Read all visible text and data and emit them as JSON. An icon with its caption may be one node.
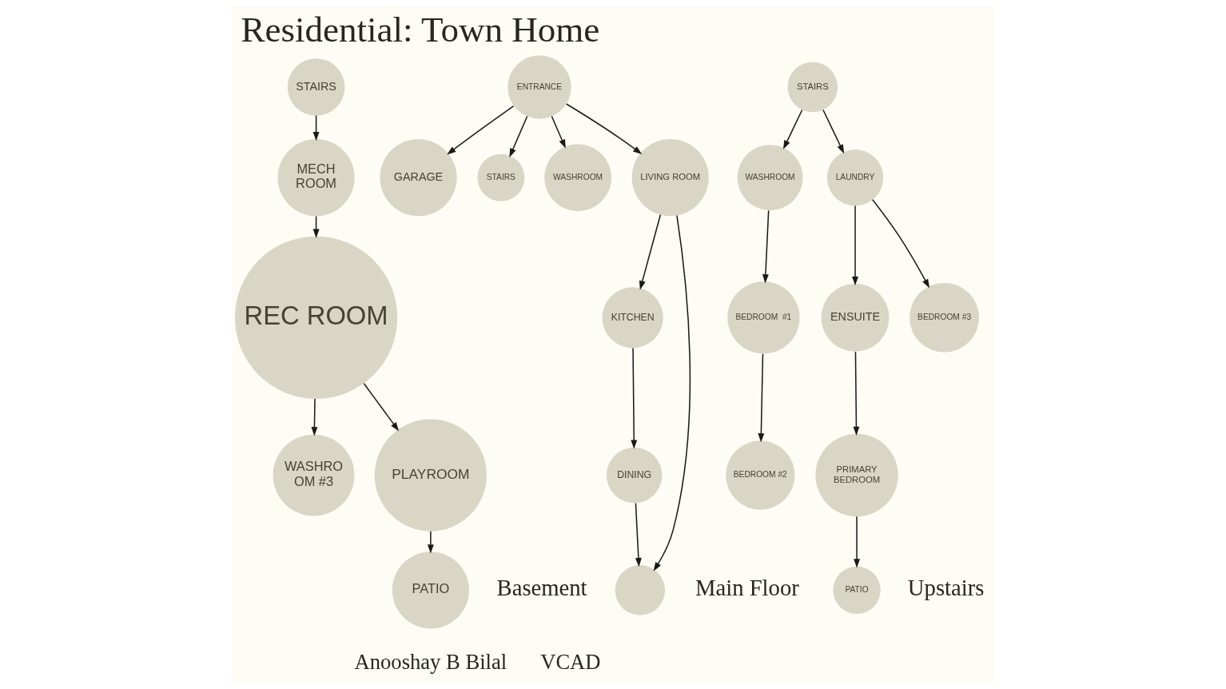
{
  "diagram": {
    "title": "Residential: Town Home",
    "nodes": [
      {
        "text": [
          "STAIRS"
        ]
      },
      {
        "text": [
          "MECH ROOM"
        ]
      },
      {
        "text": [
          "WASHRO OM #3"
        ]
      },
      {
        "text": [
          "REC ROOM"
        ]
      },
      {
        "text": [
          "PLAYROOM"
        ]
      },
      {
        "text": [
          "PATIO"
        ]
      },
      {
        "text": [
          "ENTRANCE"
        ]
      },
      {
        "text": [
          "GARAGE"
        ]
      },
      {
        "text": [
          "STAIRS"
        ]
      },
      {
        "text": [
          "WASHROOM"
        ]
      },
      {
        "text": [
          "KITCHEN"
        ]
      },
      {
        "text": [
          "LIVING ROOM"
        ]
      },
      {
        "text": [
          "DINING"
        ]
      },
      {
        "text": [],
        "shape": "circle"
      },
      {
        "text": [
          "WASHROOM"
        ]
      },
      {
        "text": [
          "BEDROOM  #1"
        ]
      },
      {
        "text": [
          "BEDROOM #2"
        ]
      },
      {
        "text": [
          "STAIRS"
        ]
      },
      {
        "text": [
          "LAUNDRY"
        ]
      },
      {
        "text": [
          "ENSUITE"
        ]
      },
      {
        "text": [
          "PRIMARY BEDROOM"
        ]
      },
      {
        "text": [
          "BEDROOM #3"
        ]
      },
      {
        "text": [
          "PATIO"
        ]
      }
    ],
    "edges": [
      {
        "from": 0,
        "to": 1,
        "arrow": "to"
      },
      {
        "from": 1,
        "to": 3,
        "arrow": "to"
      },
      {
        "from": 3,
        "to": 2,
        "arrow": "to"
      },
      {
        "from": 3,
        "to": 4,
        "arrow": "to"
      },
      {
        "from": 4,
        "to": 5,
        "arrow": "to"
      },
      {
        "from": 6,
        "to": 7,
        "arrow": "to"
      },
      {
        "from": 6,
        "to": 8,
        "arrow": "to"
      },
      {
        "from": 6,
        "to": 9,
        "arrow": "to"
      },
      {
        "from": 6,
        "to": 11,
        "arrow": "to"
      },
      {
        "from": 11,
        "to": 10,
        "arrow": "to"
      },
      {
        "from": 10,
        "to": 12,
        "arrow": "to"
      },
      {
        "from": 12,
        "to": 13,
        "arrow": "to"
      },
      {
        "from": 11,
        "to": 13,
        "arrow": "to"
      },
      {
        "from": 17,
        "to": 14,
        "arrow": "to"
      },
      {
        "from": 14,
        "to": 15,
        "arrow": "to"
      },
      {
        "from": 15,
        "to": 16,
        "arrow": "to"
      },
      {
        "from": 17,
        "to": 18,
        "arrow": "to"
      },
      {
        "from": 18,
        "to": 19,
        "arrow": "to"
      },
      {
        "from": 18,
        "to": 21,
        "arrow": "to"
      },
      {
        "from": 19,
        "to": 20,
        "arrow": "to"
      },
      {
        "from": 20,
        "to": 22,
        "arrow": "to"
      }
    ],
    "labels": [
      "Main Floor",
      "Basement",
      "Upstairs",
      "Anooshay B Bilal",
      "VCAD"
    ]
  }
}
